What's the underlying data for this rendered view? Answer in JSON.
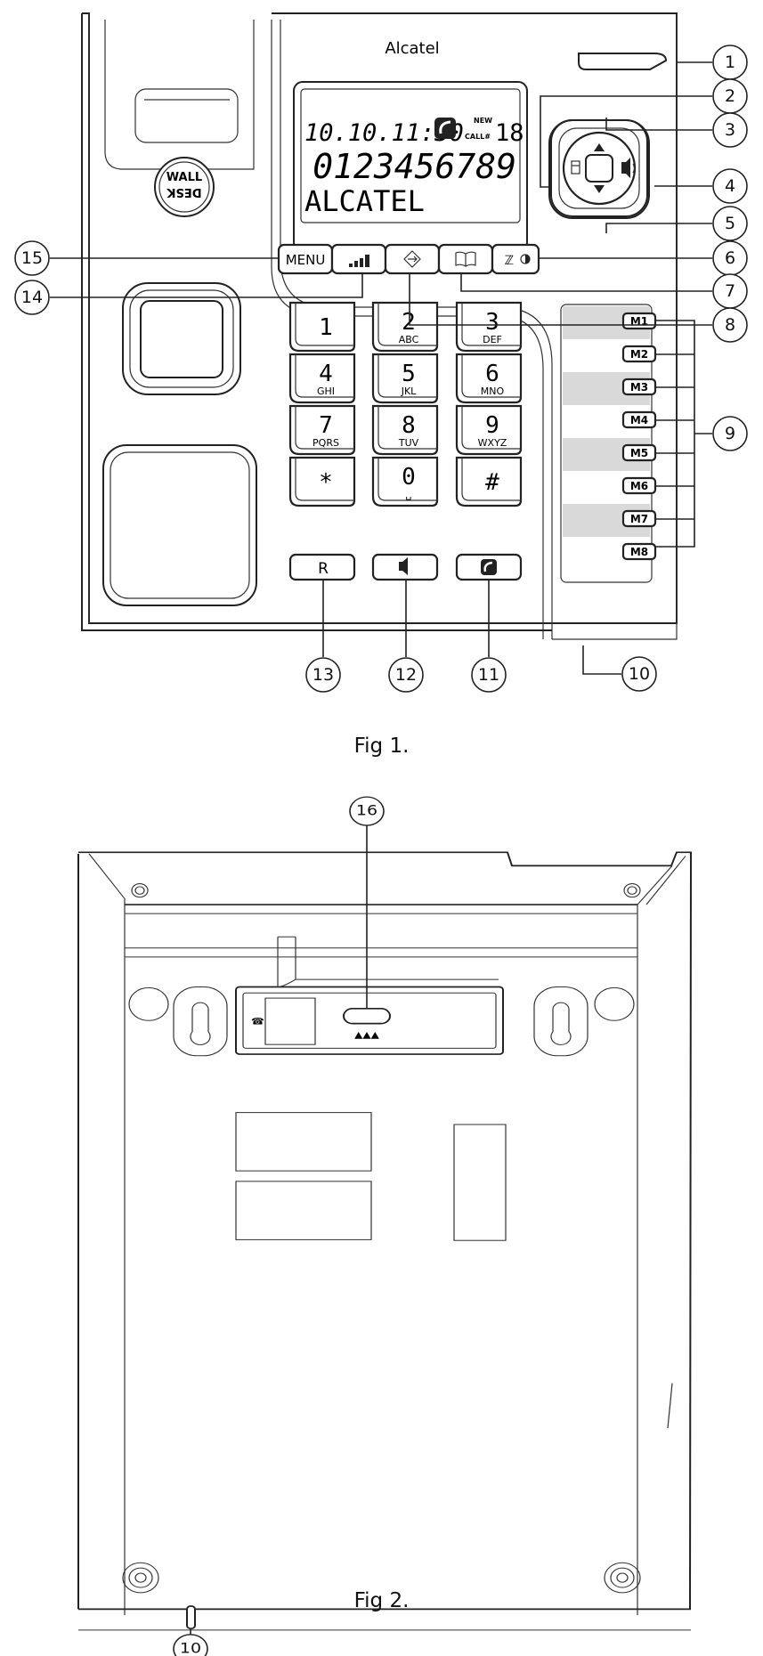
{
  "fig1": {
    "caption": "Fig 1.",
    "brand": "Alcatel",
    "lcd": {
      "line1_date": "10.10.11:30",
      "new_label": "NEW",
      "call_label": "CALL#",
      "call_count": "18",
      "line2_number": "0123456789",
      "line3_name": "ALCATEL"
    },
    "softkeys": {
      "menu": "MENU"
    },
    "keypad": [
      {
        "digit": "1",
        "letters": ""
      },
      {
        "digit": "2",
        "letters": "ABC"
      },
      {
        "digit": "3",
        "letters": "DEF"
      },
      {
        "digit": "4",
        "letters": "GHI"
      },
      {
        "digit": "5",
        "letters": "JKL"
      },
      {
        "digit": "6",
        "letters": "MNO"
      },
      {
        "digit": "7",
        "letters": "PQRS"
      },
      {
        "digit": "8",
        "letters": "TUV"
      },
      {
        "digit": "9",
        "letters": "WXYZ"
      },
      {
        "digit": "*",
        "letters": ""
      },
      {
        "digit": "0",
        "letters": "␣"
      },
      {
        "digit": "#",
        "letters": ""
      }
    ],
    "bottom_keys": {
      "r": "R"
    },
    "memory_keys": [
      "M1",
      "M2",
      "M3",
      "M4",
      "M5",
      "M6",
      "M7",
      "M8"
    ],
    "wall_desk": {
      "wall": "WALL",
      "desk": "DESK"
    },
    "callouts": [
      "1",
      "2",
      "3",
      "4",
      "5",
      "6",
      "7",
      "8",
      "9",
      "10",
      "11",
      "12",
      "13",
      "14",
      "15"
    ]
  },
  "fig2": {
    "caption": "Fig 2.",
    "callouts": [
      "16",
      "10"
    ]
  }
}
